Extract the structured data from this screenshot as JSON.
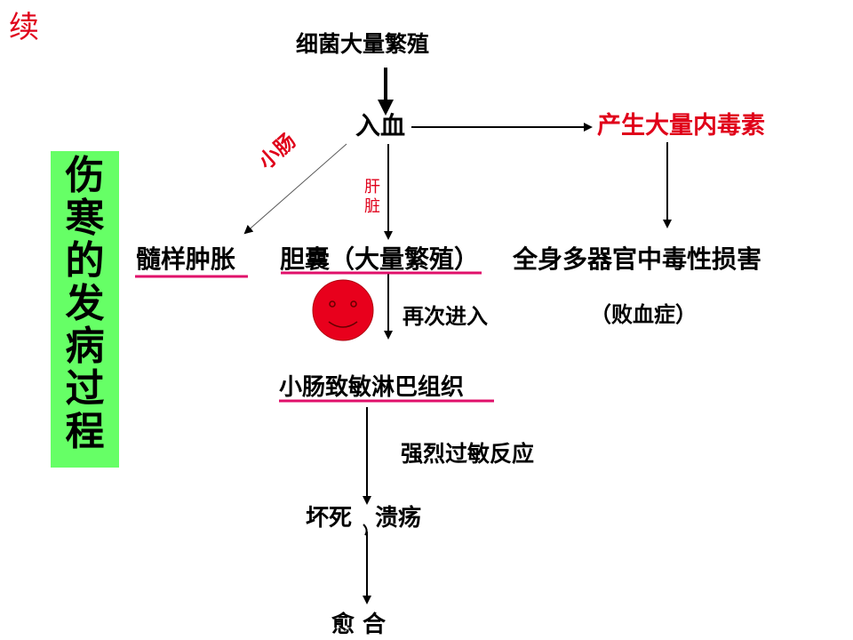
{
  "corner_label": "续",
  "sidebar_title": "伤寒的发病过程",
  "nodes": {
    "bacteria": "细菌大量繁殖",
    "enter_blood": "入血",
    "endotoxin": "产生大量内毒素",
    "small_intestine_label": "小肠",
    "liver_label": "肝脏",
    "marrow_swelling": "髓样肿胀",
    "gallbladder": "胆囊（大量繁殖）",
    "systemic_damage": "全身多器官中毒性损害",
    "septicemia": "（败血症）",
    "reenter": "再次进入",
    "sensitized_lymph": "小肠致敏淋巴组织",
    "allergic_reaction": "强烈过敏反应",
    "necrosis_ulcer": "坏死、溃疡",
    "healing": "愈 合"
  },
  "colors": {
    "accent_red": "#e0001a",
    "underline": "#e0106a",
    "sidebar_bg": "#66ff66",
    "smiley_fill": "#e8001c"
  },
  "icons": [
    "smiley-face-icon"
  ]
}
